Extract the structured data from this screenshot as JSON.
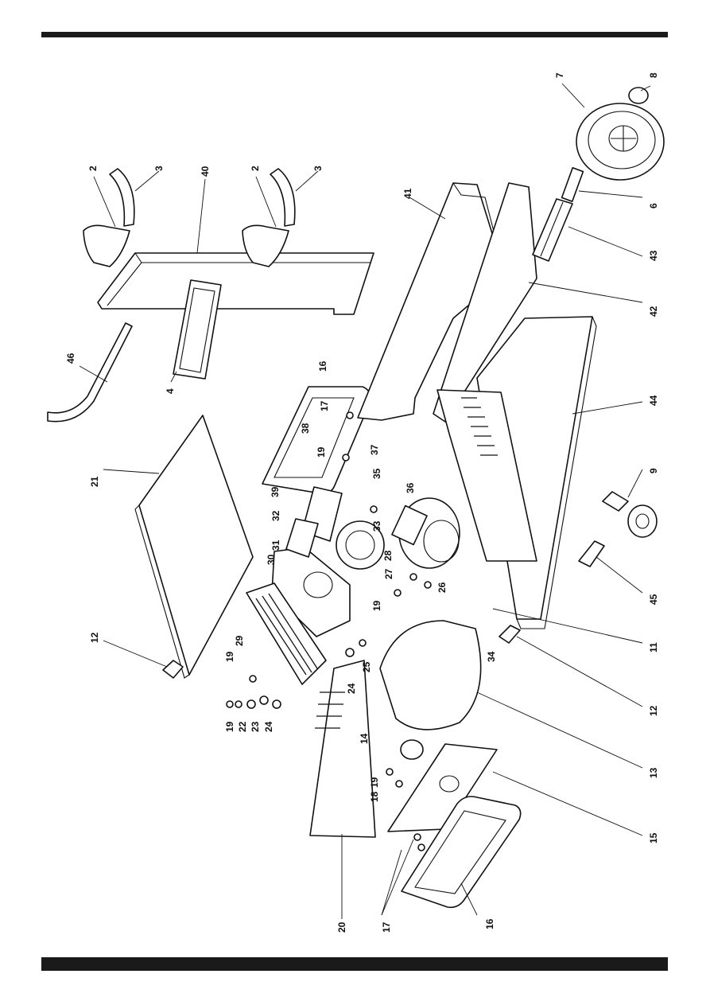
{
  "diagram": {
    "type": "exploded-parts-view",
    "colors": {
      "ink": "#111111",
      "bars": "#1a1a1a",
      "paper": "#ffffff"
    },
    "callouts": [
      "2",
      "3",
      "40",
      "2",
      "3",
      "7",
      "8",
      "6",
      "41",
      "43",
      "42",
      "46",
      "4",
      "21",
      "16",
      "17",
      "38",
      "37",
      "39",
      "19",
      "35",
      "32",
      "36",
      "31",
      "33",
      "30",
      "28",
      "27",
      "26",
      "19",
      "29",
      "12",
      "19",
      "25",
      "24",
      "44",
      "9",
      "45",
      "11",
      "12",
      "34",
      "19",
      "22",
      "23",
      "24",
      "14",
      "13",
      "19",
      "18",
      "15",
      "17",
      "16",
      "20"
    ]
  }
}
